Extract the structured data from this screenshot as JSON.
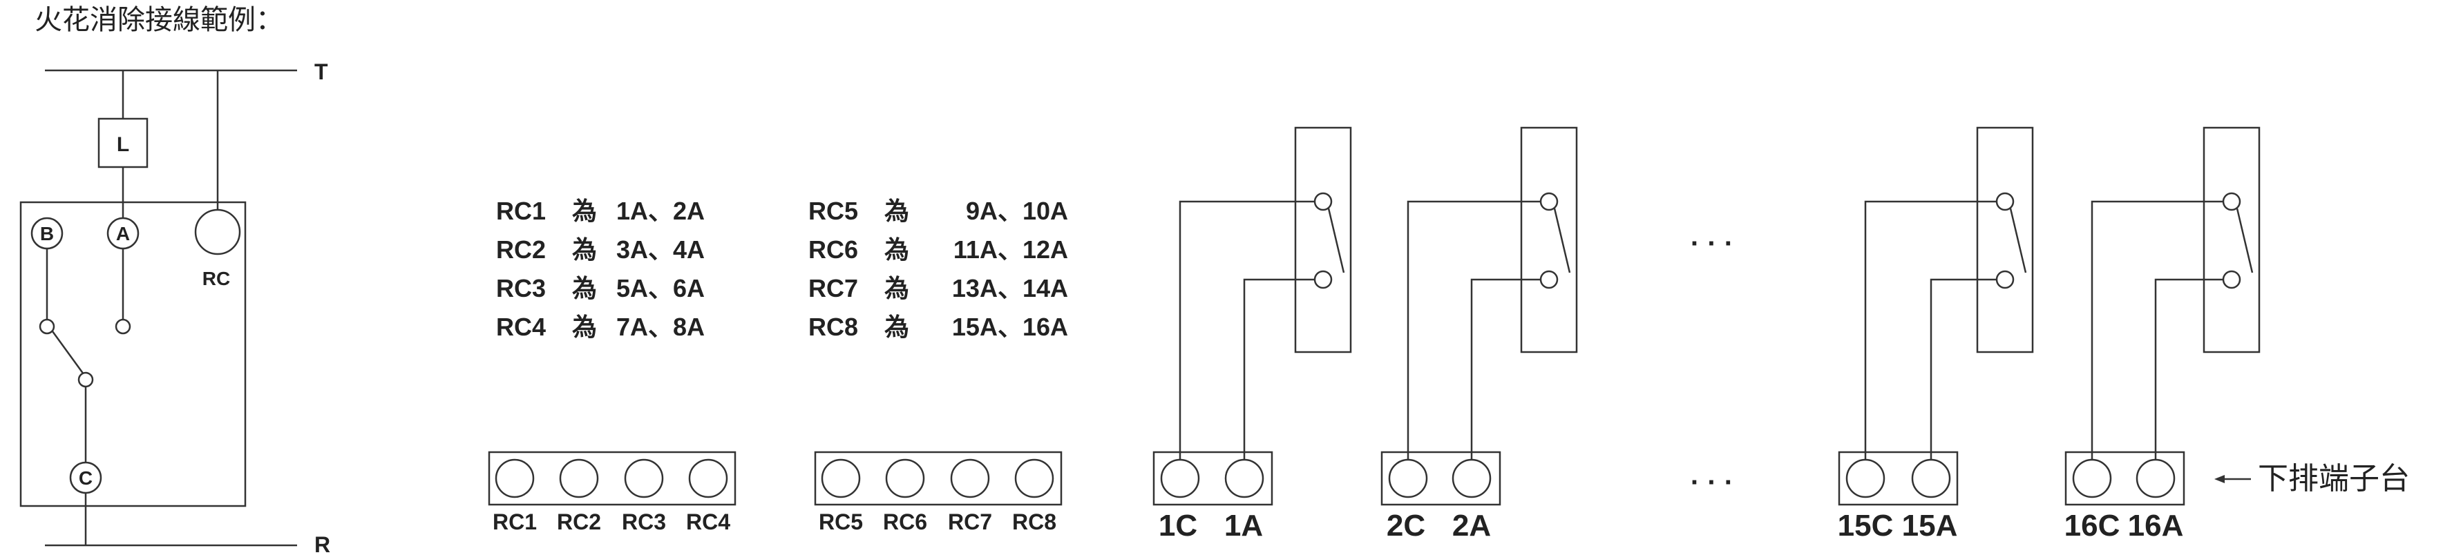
{
  "title": "火花消除接線範例：",
  "bus": {
    "top": "T",
    "bottom": "R"
  },
  "relay": {
    "coil": "L",
    "term_b": "B",
    "term_a": "A",
    "term_c": "C",
    "rc": "RC"
  },
  "mapping": {
    "left": [
      {
        "rc": "RC1",
        "word": "為",
        "pins": "1A、2A"
      },
      {
        "rc": "RC2",
        "word": "為",
        "pins": "3A、4A"
      },
      {
        "rc": "RC3",
        "word": "為",
        "pins": "5A、6A"
      },
      {
        "rc": "RC4",
        "word": "為",
        "pins": "7A、8A"
      }
    ],
    "right": [
      {
        "rc": "RC5",
        "word": "為",
        "pins": "9A、10A"
      },
      {
        "rc": "RC6",
        "word": "為",
        "pins": "11A、12A"
      },
      {
        "rc": "RC7",
        "word": "為",
        "pins": "13A、14A"
      },
      {
        "rc": "RC8",
        "word": "為",
        "pins": "15A、16A"
      }
    ]
  },
  "rc_blocks": [
    {
      "labels": [
        "RC1",
        "RC2",
        "RC3",
        "RC4"
      ]
    },
    {
      "labels": [
        "RC5",
        "RC6",
        "RC7",
        "RC8"
      ]
    }
  ],
  "terminal_pairs": [
    {
      "labels": [
        "1C",
        "1A"
      ]
    },
    {
      "labels": [
        "2C",
        "2A"
      ]
    },
    {
      "labels": [
        "15C",
        "15A"
      ]
    },
    {
      "labels": [
        "16C",
        "16A"
      ]
    }
  ],
  "ellipsis": "· · ·",
  "lower_terminal_label": "下排端子台"
}
